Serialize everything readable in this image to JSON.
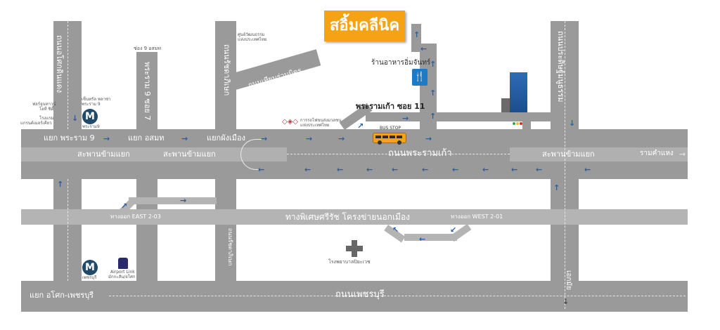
{
  "title": "สอิ้มคลีนิค",
  "colors": {
    "road": "#9a9a9a",
    "expressway": "#b4b4b4",
    "arrow": "#2a5f9e",
    "clinic_badge": "#f5a214",
    "restaurant_icon": "#1f7ac4",
    "metro_icon": "#1f4a6a",
    "bus": "#f2a21d"
  },
  "roads": {
    "rama9_main": "ถนนพระรามเก้า",
    "rama9_soi11": "พระรามเก้า ซอย 11",
    "petchaburi": "ถนนเพชรบุรี",
    "expressway": "ทางพิเศษศรีรัช โครงข่ายนอกเมือง",
    "asok_din_daeng": "ถนนอโศกดินแดง",
    "rama9_soi7": "พระราม 9 ซอย 7",
    "thiam_ruam_mit": "ถนนเทียมร่วมมิตร",
    "ratchadaphisek": "ถนนรัชดาภิเษก",
    "pradit_manutham": "ถนนประดิษฐ์มนูธรรม",
    "thonglor": "เอกมัย",
    "ratchadaphisek_lower": "ถนนรัชดาภิเษก",
    "ramkhamhaeng": "รามคำแหง"
  },
  "intersections": {
    "rama9": "แยก พระราม 9",
    "asok": "แยก อสมท",
    "din_daeng": "แยกผังเมือง",
    "asok_petchaburi": "แยก อโศก-เพชรบุรี"
  },
  "bridges": {
    "left_1": "สะพานข้ามแยก",
    "left_2": "สะพานข้ามแยก",
    "right": "สะพานข้ามแยก"
  },
  "exits": {
    "east": "ทางออก EAST 2-03",
    "west": "ทางออก WEST 2-01"
  },
  "landmarks": {
    "channel9": "ช่อง 9 อสมท",
    "cultural_center": [
      "ศูนย์วัฒนธรรม",
      "แห่งประเทศไทย"
    ],
    "fortune": [
      "ฟอร์จูนทาวน์",
      "ไอที ซิตี้"
    ],
    "hotel": [
      "โรงแรม",
      "แกรนด์เมอร์เคียว"
    ],
    "central_rama9": [
      "เซ็นทรัล พลาซ่า",
      "พระราม 9"
    ],
    "mrt_rama9": "พระราม9",
    "srt": [
      "การรถไฟขนส่งมวลชน",
      "แห่งประเทศไทย"
    ],
    "restaurant": "ร้านอาหารอิ่มจันทร์",
    "bus_stop": "BUS STOP",
    "mrt_petchaburi": "เพชรบุรี",
    "airport_link": [
      "Airport Link",
      "มักกะสัน/อโศก"
    ],
    "hospital": "โรงพยาบาลปิยะเวช"
  },
  "icons": {
    "metro": "M",
    "restaurant": "fork-knife",
    "train": "train",
    "hospital": "cross",
    "bus": "bus",
    "tower": "building",
    "traffic_light": "traffic-light"
  }
}
